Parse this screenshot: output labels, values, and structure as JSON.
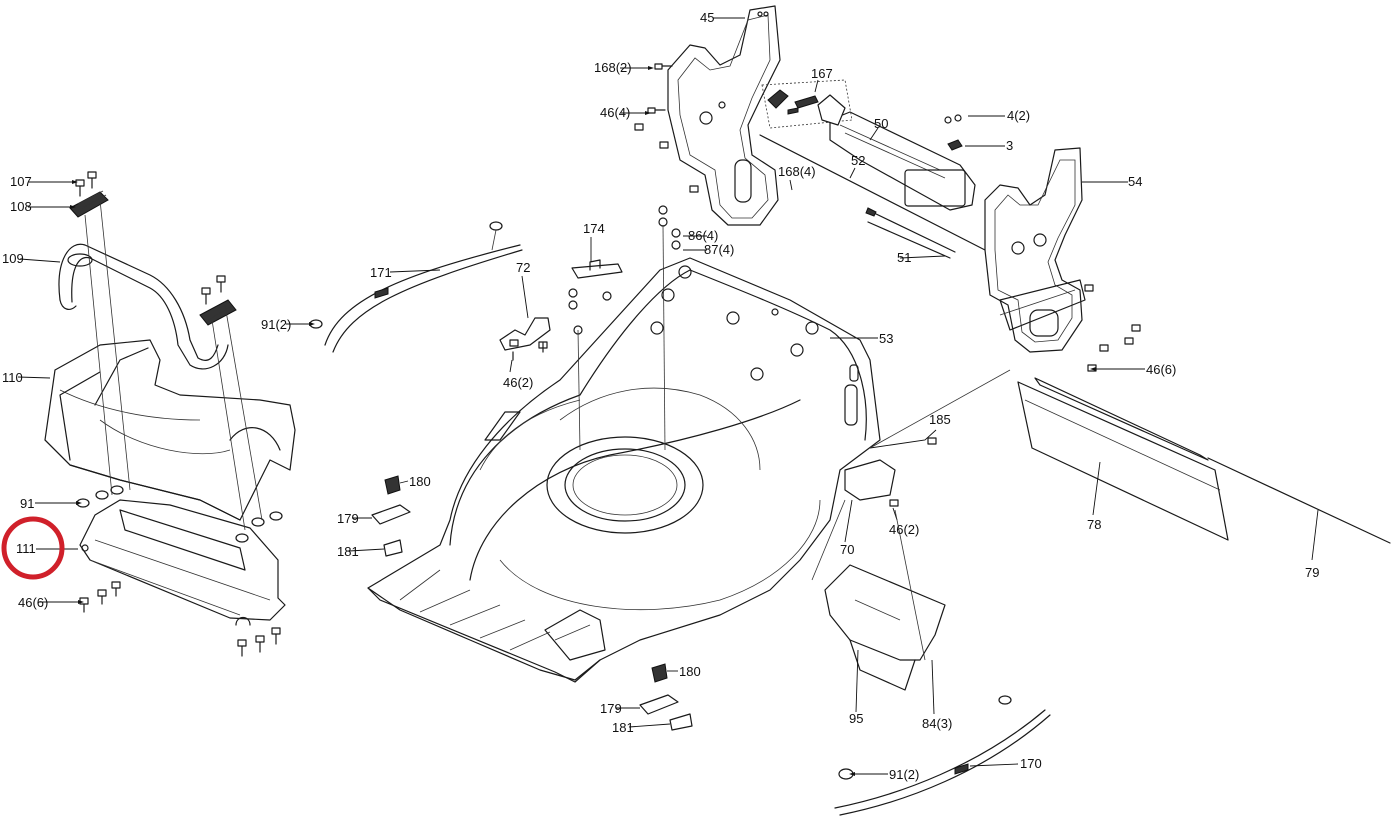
{
  "highlight": {
    "label": "111",
    "color": "#d0202a"
  },
  "labels": {
    "l45": "45",
    "l168_2": "168(2)",
    "l46_4": "46(4)",
    "l167": "167",
    "l4_2": "4(2)",
    "l50": "50",
    "l3": "3",
    "l168_4": "168(4)",
    "l52": "52",
    "l54": "54",
    "l86_4": "86(4)",
    "l87_4": "87(4)",
    "l174": "174",
    "l51": "51",
    "l107": "107",
    "l108": "108",
    "l109": "109",
    "l171": "171",
    "l72": "72",
    "l91_2a": "91(2)",
    "l53": "53",
    "l46_2a": "46(2)",
    "l46_6a": "46(6)",
    "l110": "110",
    "l185": "185",
    "l180a": "180",
    "l91": "91",
    "l179a": "179",
    "l46_2b": "46(2)",
    "l78": "78",
    "l111": "111",
    "l181a": "181",
    "l70": "70",
    "l79": "79",
    "l46_6b": "46(6)",
    "l180b": "180",
    "l179b": "179",
    "l95": "95",
    "l84_3": "84(3)",
    "l181b": "181",
    "l91_2b": "91(2)",
    "l170": "170"
  }
}
